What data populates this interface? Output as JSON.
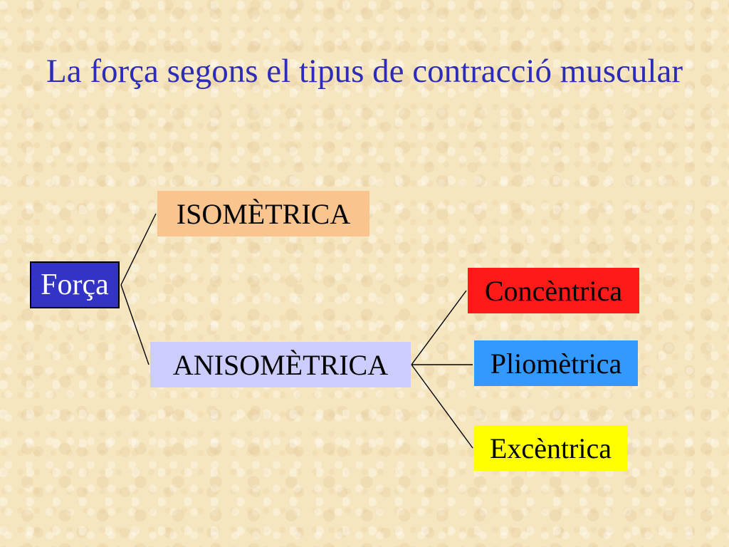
{
  "slide": {
    "title": "La força segons el tipus de contracció muscular",
    "background_color": "#f6e6bf",
    "title_color": "#2c2cb8"
  },
  "diagram": {
    "root": {
      "label": "Força",
      "fill": "#3333c6",
      "text_color": "#ffffff"
    },
    "level1": [
      {
        "label": "ISOMÈTRICA",
        "fill": "#f9c48e"
      },
      {
        "label": "ANISOMÈTRICA",
        "fill": "#ccccff"
      }
    ],
    "level2": [
      {
        "label": "Concèntrica",
        "fill": "#ff1a1a"
      },
      {
        "label": "Pliomètrica",
        "fill": "#3399ff"
      },
      {
        "label": "Excèntrica",
        "fill": "#ffff00"
      }
    ],
    "edges": [
      [
        "Força",
        "ISOMÈTRICA"
      ],
      [
        "Força",
        "ANISOMÈTRICA"
      ],
      [
        "ANISOMÈTRICA",
        "Concèntrica"
      ],
      [
        "ANISOMÈTRICA",
        "Pliomètrica"
      ],
      [
        "ANISOMÈTRICA",
        "Excèntrica"
      ]
    ]
  }
}
